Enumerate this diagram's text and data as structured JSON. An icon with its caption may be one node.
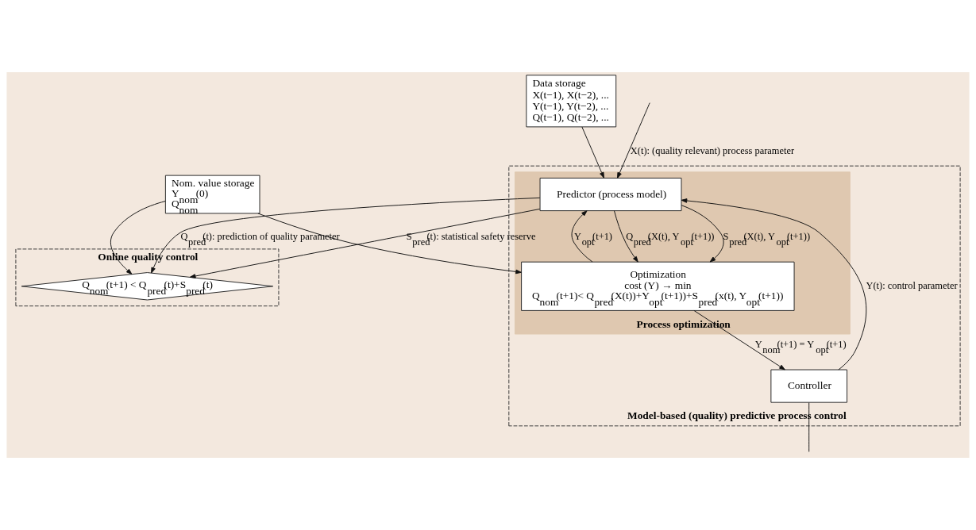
{
  "diagram": {
    "nodes": [
      {
        "text": [
          "Model-based (quality) predictive process control"
        ]
      },
      {
        "text": [
          "Process optimization"
        ],
        "in": 0
      },
      {
        "text": [
          "Online quality control"
        ]
      },
      {
        "text": [
          "Data storage",
          "X(t−1), X(t−2), ...",
          "Y(t−1), Y(t−2), ...",
          "Q(t−1), Q(t−2), ..."
        ]
      },
      {
        "text": [
          "Predictor (process model)"
        ],
        "in": 1
      },
      {
        "text": [
          "Q$_{nom}$(t+1) < Q$_{pred}$(t)+S$_{pred}$(t)"
        ],
        "in": 2
      },
      {
        "text": [
          "Controller"
        ],
        "in": 0
      },
      {
        "text": [
          "Optimization",
          "cost (Y) → min",
          "Q$_{nom}$(t+1)< Q$_{pred}$(X(t))+Y$_{opt}$(t+1))+S$_{pred}$(x(t), Y$_{opt}$(t+1))"
        ],
        "in": 1
      },
      {
        "text": [
          "Nom. value storage",
          "Y$_{nom}$(0)",
          "Q$_{nom}$"
        ]
      }
    ],
    "edges": [
      {
        "from": null,
        "to": 4,
        "arrow": "to",
        "label": "X(t): (quality relevant) process parameter"
      },
      {
        "from": 6,
        "to": null,
        "arrow": "none"
      },
      {
        "from": 6,
        "to": 4,
        "arrow": "to",
        "label": "Y(t): control parameter"
      },
      {
        "from": 3,
        "to": 4,
        "arrow": "to"
      },
      {
        "from": 4,
        "to": 5,
        "arrow": "to",
        "label": "Q$_{pred}$(t): prediction of quality parameter"
      },
      {
        "from": 4,
        "to": 5,
        "arrow": "to",
        "label": "S$_{pred}$(t): statistical safety reserve"
      },
      {
        "from": 4,
        "to": 7,
        "arrow": "to",
        "label": "Q$_{pred}$(X(t), Y$_{opt}$(t+1))"
      },
      {
        "from": 4,
        "to": 7,
        "arrow": "to",
        "label": "S$_{pred}$(X(t), Y$_{opt}$(t+1))"
      },
      {
        "from": 7,
        "to": 4,
        "arrow": "to",
        "label": "Y$_{opt}$(t+1)"
      },
      {
        "from": 7,
        "to": 6,
        "arrow": "to",
        "label": "Y$_{nom}$(t+1) = Y$_{opt}$(t+1)"
      },
      {
        "from": 8,
        "to": 7,
        "arrow": "to"
      },
      {
        "from": 8,
        "to": 5,
        "arrow": "to"
      }
    ]
  }
}
